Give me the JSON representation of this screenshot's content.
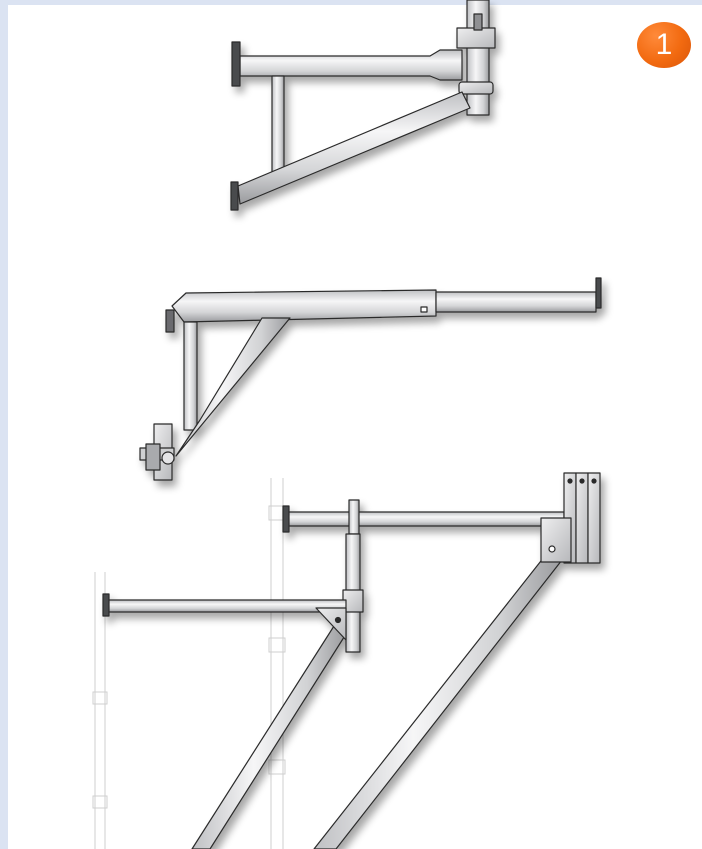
{
  "badge": {
    "number": "1",
    "color": "#f26a10"
  },
  "colors": {
    "frame_background": "#dbe3f2",
    "panel_background": "#ffffff",
    "steel": "#d7d8da",
    "outline": "#2b2b2b",
    "ghost_standard": "#d4d4d4"
  },
  "figures": [
    {
      "name": "wall-mounted-bracket-with-strut"
    },
    {
      "name": "telescopic-cantilever-bracket"
    },
    {
      "name": "braced-brackets-on-standards"
    }
  ]
}
